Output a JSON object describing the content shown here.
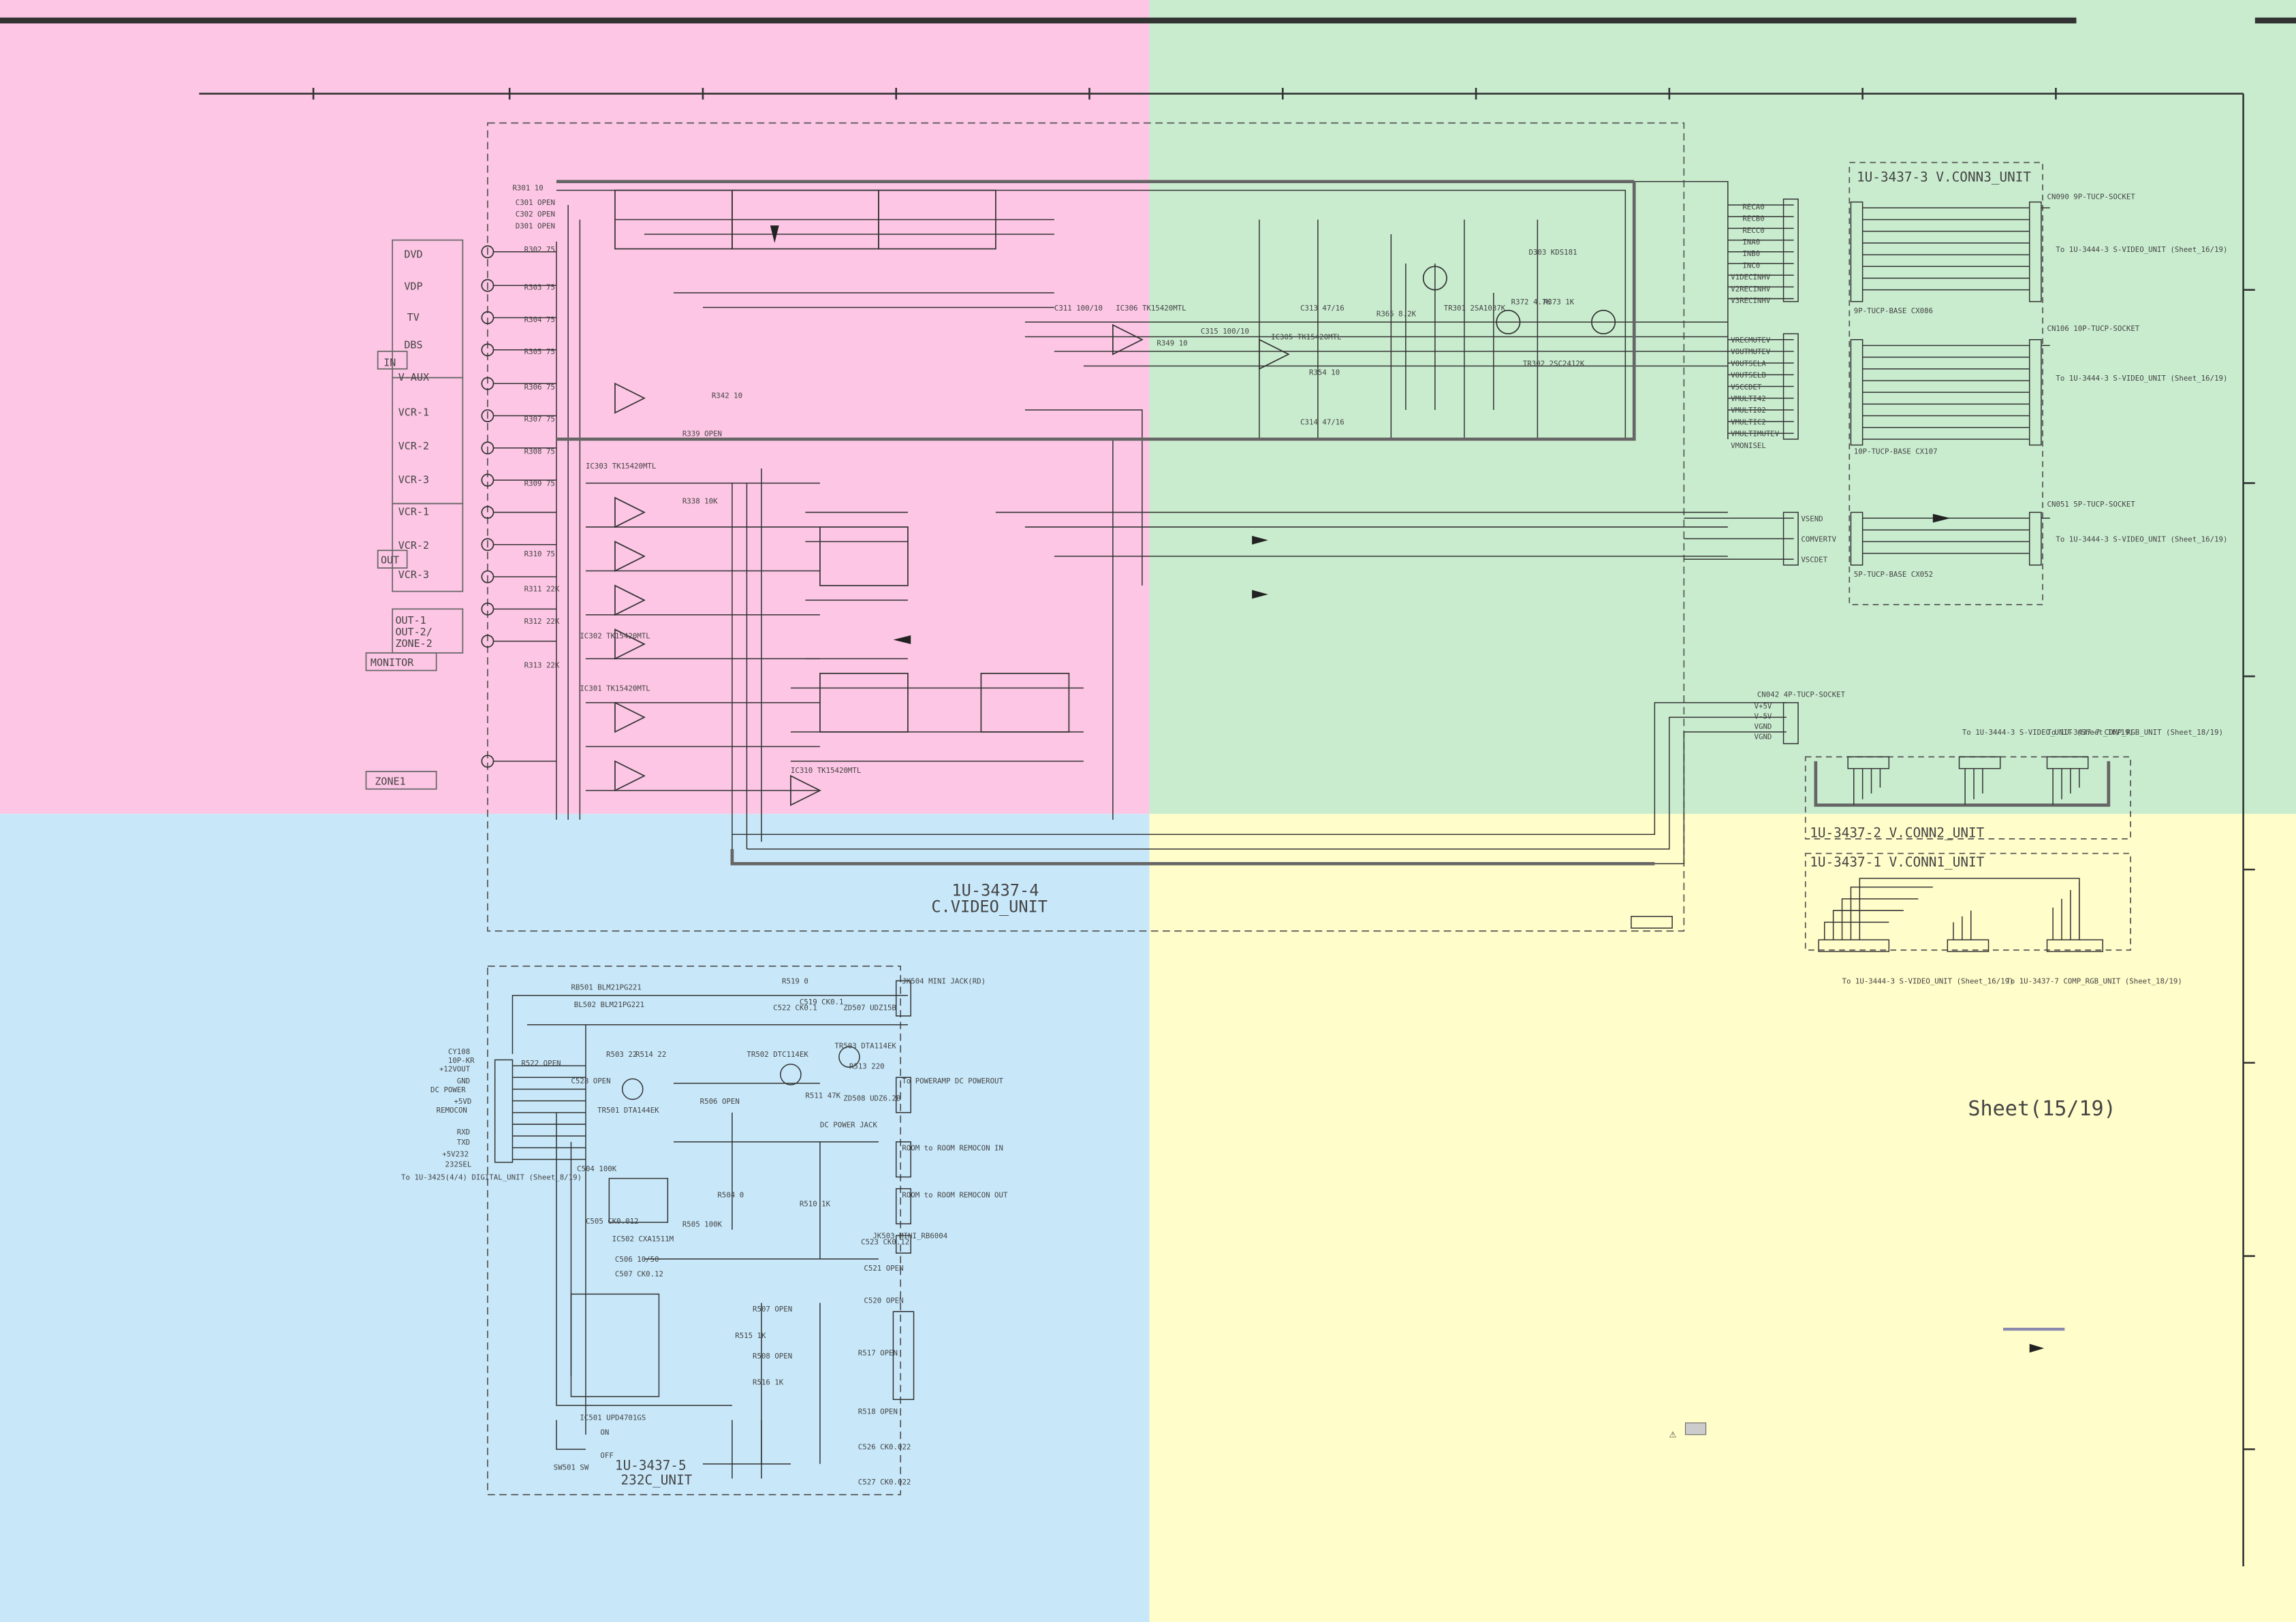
{
  "quadrant_colors": {
    "top_left": "#fcc6e4",
    "top_right": "#c9eccf",
    "bottom_left": "#c8e8fa",
    "bottom_right": "#fffdc9"
  },
  "units": {
    "c_video_model": "1U-3437-4",
    "c_video_name": "C.VIDEO_UNIT",
    "conn3": "1U-3437-3  V.CONN3_UNIT",
    "conn2": "1U-3437-2  V.CONN2_UNIT",
    "conn1": "1U-3437-1  V.CONN1_UNIT",
    "rs232c_model": "1U-3437-5",
    "rs232c_name": "232C_UNIT"
  },
  "sheet_label": "Sheet(15/19)",
  "input_labels": [
    "DVD",
    "VDP",
    "TV",
    "DBS",
    "V-AUX",
    "VCR-1",
    "VCR-2",
    "VCR-3"
  ],
  "in_tag": "IN",
  "output_labels": [
    "VCR-1",
    "VCR-2",
    "VCR-3"
  ],
  "out_tag": "OUT",
  "monitor_labels": [
    "OUT-1",
    "OUT-2/",
    "ZONE-2"
  ],
  "monitor_tag": "MONITOR",
  "zone1_tag": "ZONE1",
  "conn3_sockets": {
    "cn090": "CN090 9P-TUCP-SOCKET",
    "cn106": "CN106 10P-TUCP-SOCKET",
    "cn051": "CN051 5P-TUCP-SOCKET",
    "to1": "To 1U-3444-3 S-VIDEO_UNIT (Sheet_16/19)",
    "to2": "To 1U-3444-3 S-VIDEO_UNIT (Sheet_16/19)",
    "to3": "To 1U-3444-3 S-VIDEO_UNIT (Sheet_16/19)",
    "base1": "9P-TUCP-BASE CX086",
    "base2": "10P-TUCP-BASE CX107",
    "base3": "5P-TUCP-BASE CX052"
  },
  "conn3_left_pins": [
    "RECA0",
    "RECB0",
    "RECC0",
    "INA0",
    "INB0",
    "INC0",
    "V1DECINHV",
    "V2RECINHV",
    "V3RECINHV"
  ],
  "conn3_left_pins2": [
    "VRECMUTEV",
    "VOUTMUTEV",
    "VOUTSELA",
    "VOUTSELB",
    "VSCCDET",
    "VMULTI42",
    "VMULTI02",
    "VMULTIC2",
    "VMULTIMUTEV",
    "VMONISEL"
  ],
  "conn3_left_pins3": [
    "VSEND",
    "COMVERTV",
    "VSCDET"
  ],
  "cn042_pins": [
    "V+5V",
    "V-5V",
    "VGND",
    "VGND"
  ],
  "cn042_label": "CN042 4P-TUCP-SOCKET",
  "conn2_labels": {
    "to_svideo": "To 1U-3444-3 S-VIDEO_UNIT (Sheet_16/19)",
    "to_comp": "To 1U-3437-7 COMP_RGB_UNIT (Sheet_18/19)"
  },
  "conn1_labels": {
    "to_svideo": "To 1U-3444-3 S-VIDEO_UNIT (Sheet_16/19)",
    "to_comp": "To 1U-3437-7 COMP_RGB_UNIT (Sheet_18/19)"
  },
  "rs232c_io": [
    "CY108",
    "10P-KR",
    "+12VOUT",
    "GND",
    "DC POWER",
    "+5VD",
    "REMOCON",
    "RXD",
    "TXD",
    "+5V232",
    "232SEL"
  ],
  "rs232c_to": "To 1U-3425(4/4) DIGITAL_UNIT (Sheet_8/19)",
  "rs232c_jacks": {
    "mini_jack": "JK504 MINI JACK(RD)",
    "powerout": "To POWERAMP DC POWEROUT",
    "dc_jack": "DC POWER JACK",
    "remocon_in": "ROOM to ROOM REMOCON IN",
    "remocon_out": "ROOM to ROOM REMOCON OUT",
    "mini_rd": "JK503 MINI_RB6004"
  },
  "ic_labels": [
    "IC301 TK15420MTL",
    "IC302 TK15420MTL",
    "IC303 TK15420MTL",
    "IC305 TK15420MTL",
    "IC306 TK15420MTL",
    "IC310 TK15420MTL",
    "IC501 UPD4701GS",
    "IC502 CXA1511M"
  ],
  "part_labels": [
    "R301 10",
    "R302 75",
    "R303 75",
    "R304 75",
    "R305 75",
    "R306 75",
    "R307 75",
    "R308 75",
    "R309 75",
    "R310 75",
    "R311 22K",
    "R312 22K",
    "R313 22K",
    "C301 OPEN",
    "C302 OPEN",
    "C311 100/10",
    "C313 47/16",
    "C314 47/16",
    "C315 100/10",
    "R338 10K",
    "R339 OPEN",
    "R342 10",
    "R349 10",
    "R354 10",
    "R365 8.2K",
    "R372 4.7K",
    "R373 1K",
    "TR301 2SA1037K",
    "TR302 2SC2412K",
    "D301 OPEN",
    "D303 KDS181"
  ],
  "rs232c_parts": [
    "R519 0",
    "C519 CK0.1",
    "C522 CK0.1",
    "ZD507 UDZ15B",
    "TR503 DTA114EK",
    "TR502 DTC114EK",
    "R503 22",
    "R514 22",
    "R522 OPEN",
    "R506 OPEN",
    "C528 OPEN",
    "TR501 DTA144EK",
    "R513 220",
    "R511 47K",
    "ZD508 UDZ6.2B",
    "C506 10/50",
    "C507 CK0.12",
    "R504 0",
    "R510 1K",
    "R505 100K",
    "C504 100K",
    "C505 CK0.012",
    "R507 OPEN",
    "R508 OPEN",
    "R515 1K",
    "R516 1K",
    "R517 OPEN",
    "R518 OPEN",
    "C520 OPEN",
    "C521 OPEN",
    "C523 CK0.12",
    "C526 CK0.022",
    "C527 CK0.022",
    "SW501 SW",
    "RB501 BLM21PG221",
    "BL502 BLM21PG221"
  ],
  "switch_labels": [
    "ON",
    "OFF"
  ],
  "misc_marks": [
    "⚠"
  ]
}
